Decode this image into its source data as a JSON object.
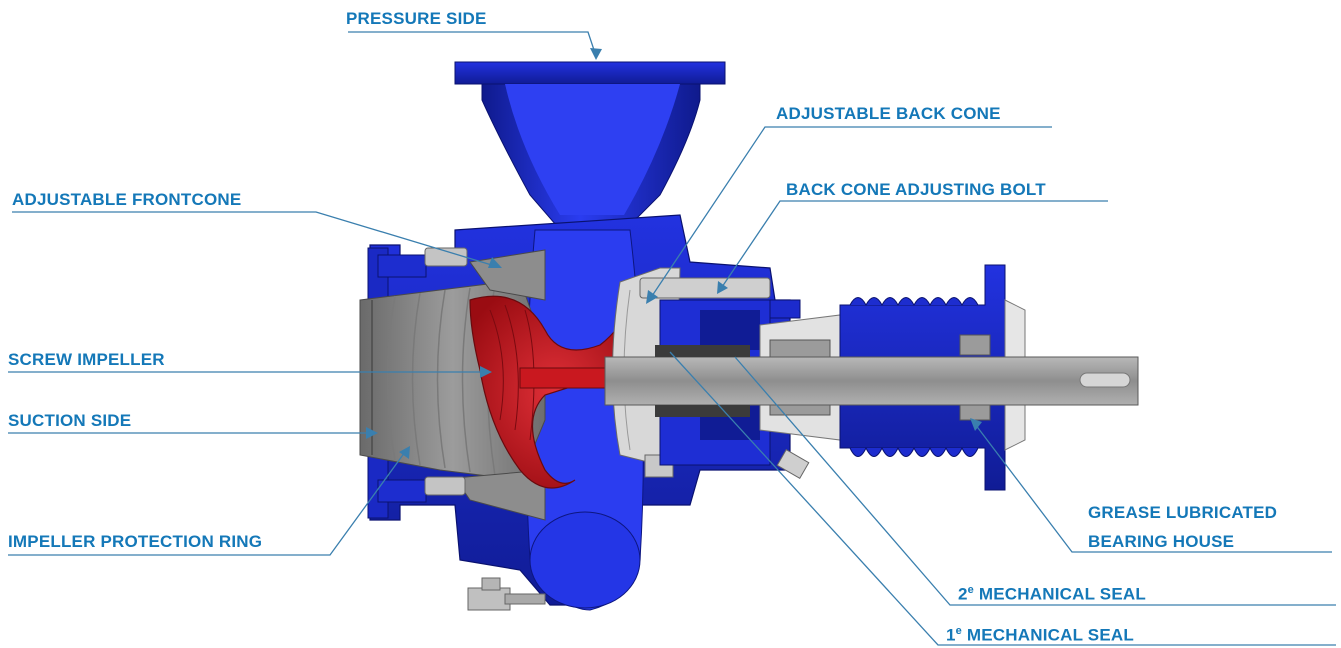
{
  "colors": {
    "label": "#1478b8",
    "leader": "#3a7fae",
    "housing_blue": "#1f2fd6",
    "housing_dark": "#0f1a8c",
    "impeller_red": "#c8141c",
    "steel_gray": "#9a9a9a",
    "steel_dark": "#5e5e5e"
  },
  "labels": {
    "pressure_side": "PRESSURE SIDE",
    "adjustable_back_cone": "ADJUSTABLE BACK CONE",
    "adjustable_frontcone": "ADJUSTABLE FRONTCONE",
    "back_cone_adjusting_bolt": "BACK CONE ADJUSTING BOLT",
    "screw_impeller": "SCREW IMPELLER",
    "suction_side": "SUCTION SIDE",
    "grease_lubricated_line1": "GREASE LUBRICATED",
    "grease_lubricated_line2": "BEARING HOUSE",
    "impeller_protection_ring": "IMPELLER PROTECTION RING",
    "second_seal_num": "2",
    "second_seal_sup": "e",
    "second_seal_text": " MECHANICAL SEAL",
    "first_seal_num": "1",
    "first_seal_sup": "e",
    "first_seal_text": " MECHANICAL SEAL"
  }
}
